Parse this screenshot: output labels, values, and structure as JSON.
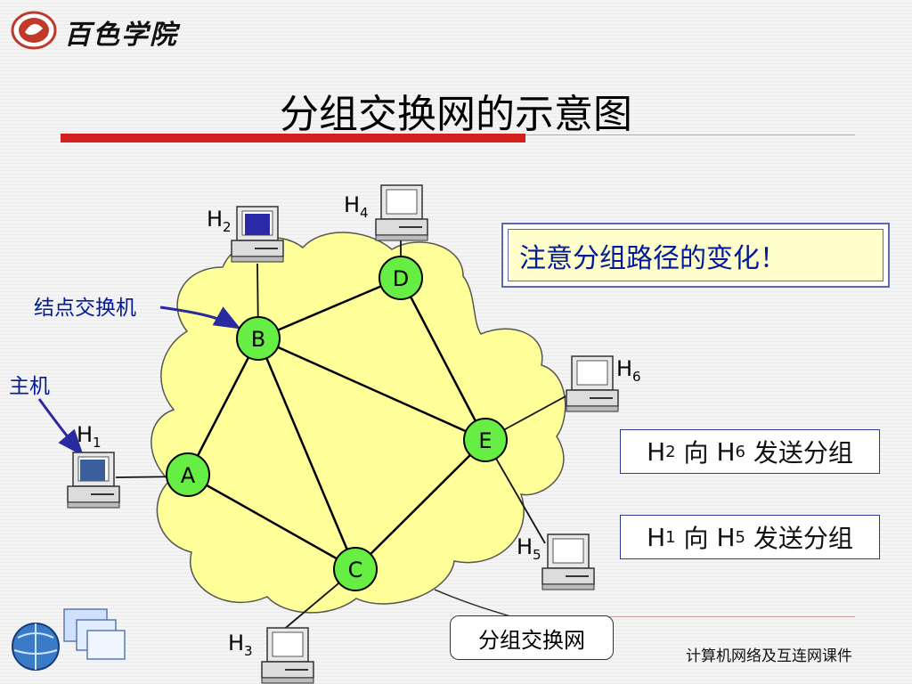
{
  "header": {
    "logo_text": "百色学院"
  },
  "title": "分组交换网的示意图",
  "notes": {
    "main": "注意分组路径的变化！",
    "route1": {
      "from": "H",
      "from_sub": "2",
      "dir": "向",
      "to": "H",
      "to_sub": "6",
      "action": "发送分组"
    },
    "route2": {
      "from": "H",
      "from_sub": "1",
      "dir": "向",
      "to": "H",
      "to_sub": "5",
      "action": "发送分组"
    }
  },
  "labels": {
    "node_switch": "结点交换机",
    "host": "主机",
    "network": "分组交换网"
  },
  "nodes": [
    {
      "id": "A",
      "label": "A"
    },
    {
      "id": "B",
      "label": "B"
    },
    {
      "id": "C",
      "label": "C"
    },
    {
      "id": "D",
      "label": "D"
    },
    {
      "id": "E",
      "label": "E"
    }
  ],
  "hosts": [
    {
      "id": "H1",
      "label": "H",
      "sub": "1"
    },
    {
      "id": "H2",
      "label": "H",
      "sub": "2"
    },
    {
      "id": "H3",
      "label": "H",
      "sub": "3"
    },
    {
      "id": "H4",
      "label": "H",
      "sub": "4"
    },
    {
      "id": "H5",
      "label": "H",
      "sub": "5"
    },
    {
      "id": "H6",
      "label": "H",
      "sub": "6"
    }
  ],
  "links": [
    [
      "A",
      "B"
    ],
    [
      "A",
      "C"
    ],
    [
      "B",
      "C"
    ],
    [
      "B",
      "D"
    ],
    [
      "B",
      "E"
    ],
    [
      "D",
      "E"
    ],
    [
      "C",
      "E"
    ]
  ],
  "host_links": [
    [
      "H1",
      "A"
    ],
    [
      "H2",
      "B"
    ],
    [
      "H3",
      "C"
    ],
    [
      "H4",
      "D"
    ],
    [
      "H5",
      "E"
    ],
    [
      "H6",
      "E"
    ]
  ],
  "colors": {
    "accent_red": "#d41f1f",
    "node_green": "#66ee44",
    "cloud_yellow": "#ffff99",
    "note_blue": "#001a99"
  },
  "footer": "计算机网络及互连网课件"
}
